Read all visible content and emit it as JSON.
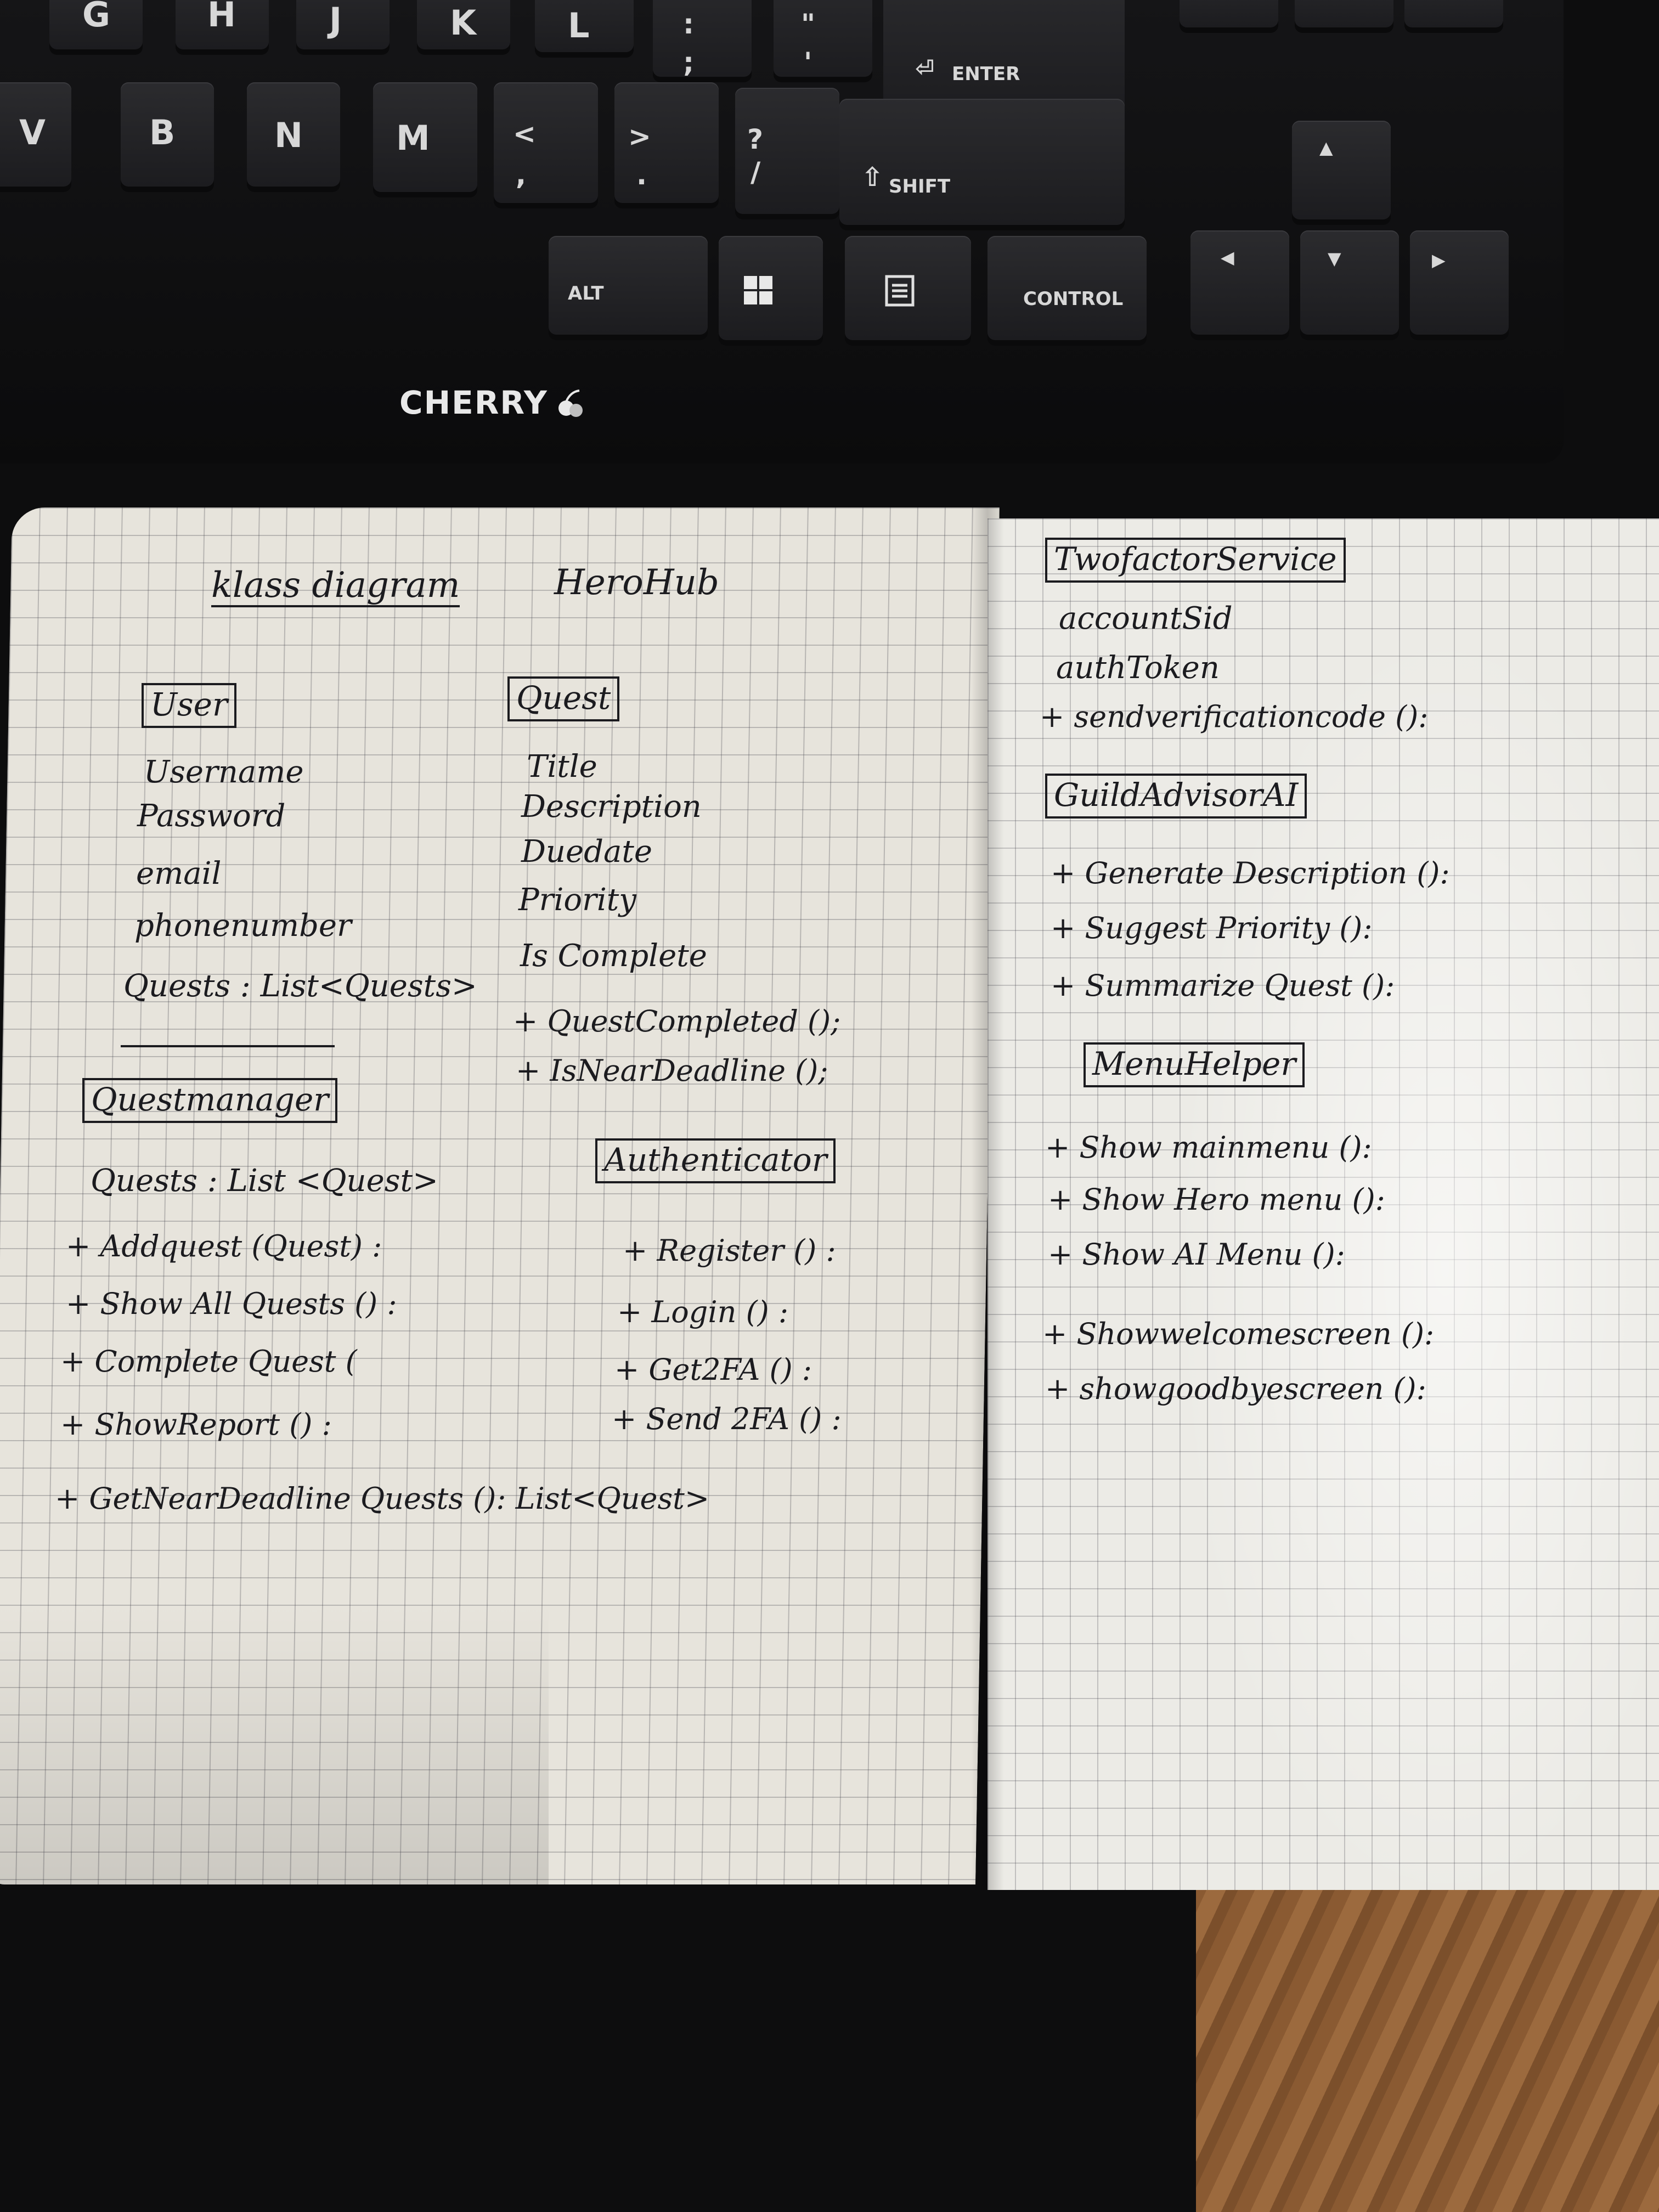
{
  "keyboard": {
    "brand": "CHERRY",
    "keys": {
      "g": "G",
      "h": "H",
      "j": "J",
      "k": "K",
      "l": "L",
      "colon_top": ":",
      "colon_bottom": ";",
      "quote_top": "\"",
      "quote_bottom": "'",
      "enter": "ENTER",
      "v": "V",
      "b": "B",
      "n": "N",
      "m": "M",
      "comma_top": "<",
      "comma_bottom": ",",
      "period_top": ">",
      "period_bottom": ".",
      "slash_top": "?",
      "slash_bottom": "/",
      "shift": "SHIFT",
      "alt": "ALT",
      "control": "CONTROL",
      "arrow_up": "▲",
      "arrow_left": "◀",
      "arrow_down": "▼",
      "arrow_right": "▶"
    },
    "icons": [
      "enter-arrow-icon",
      "shift-arrow-icon",
      "windows-logo-icon",
      "menu-key-icon",
      "cherry-logo-icon"
    ]
  },
  "notebook": {
    "header": {
      "left_title": "klass diagram",
      "right_title": "HeroHub"
    },
    "classes": {
      "user": {
        "name": "User",
        "attributes": [
          "Username",
          "Password",
          "email",
          "phonenumber"
        ],
        "extra": "Quests : List<Quests>"
      },
      "quest": {
        "name": "Quest",
        "attributes": [
          "Title",
          "Description",
          "Duedate",
          "Priority",
          "Is Complete"
        ],
        "methods": [
          "+ QuestCompleted ();",
          "+ IsNearDeadline ();"
        ]
      },
      "quest_manager": {
        "name": "Questmanager",
        "attribute": "Quests : List <Quest>",
        "methods": [
          "+ Addquest (Quest) :",
          "+ Show All Quests () :",
          "+ Complete Quest (",
          "+ ShowReport () :",
          "+ GetNearDeadline Quests (): List<Quest>"
        ]
      },
      "authenticator": {
        "name": "Authenticator",
        "methods": [
          "+ Register () :",
          "+ Login () :",
          "+ Get2FA () :",
          "+ Send 2FA () :"
        ]
      },
      "two_factor_service": {
        "name": "TwofactorService",
        "attributes": [
          "accountSid",
          "authToken"
        ],
        "methods": [
          "+ sendverificationcode ():"
        ]
      },
      "guild_advisor_ai": {
        "name": "GuildAdvisorAI",
        "methods": [
          "+ Generate Description ():",
          "+ Suggest Priority ():",
          "+ Summarize Quest ():"
        ]
      },
      "menu_helper": {
        "name": "MenuHelper",
        "methods": [
          "+ Show mainmenu ():",
          "+ Show Hero menu ():",
          "+ Show AI Menu ():",
          "+ Showwelcomescreen ():",
          "+ showgoodbyescreen ():"
        ]
      }
    }
  },
  "colors": {
    "ink": "#1b1b1f",
    "paper_left": "#e7e4dc",
    "paper_right": "#ecebe6",
    "keyboard": "#1c1c1f",
    "key_label": "#d7d7d7",
    "wood": "#8a5a32"
  }
}
